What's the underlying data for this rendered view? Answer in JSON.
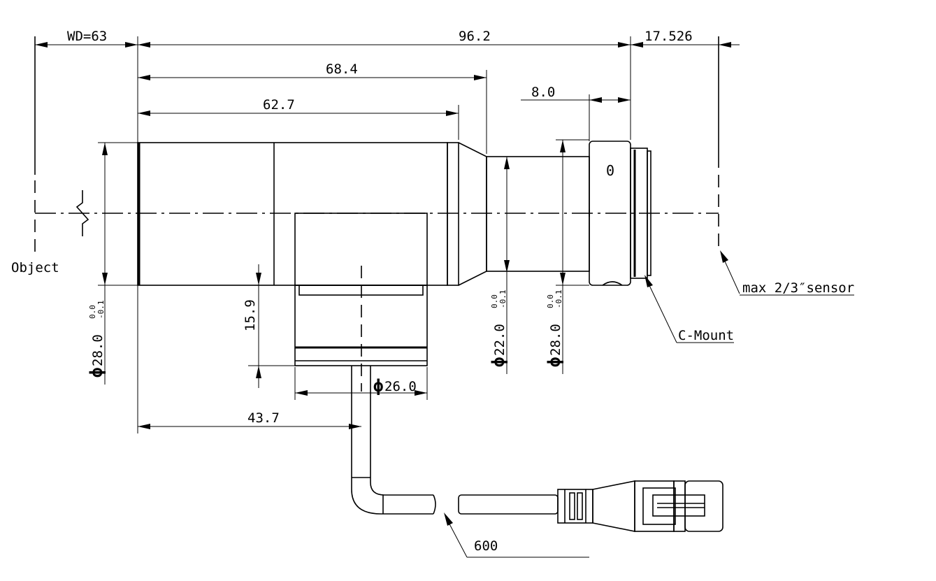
{
  "labels": {
    "wd": "WD=63",
    "total_length": "96.2",
    "back_focus": "17.526",
    "length_68": "68.4",
    "length_62": "62.7",
    "mount_len": "8.0",
    "port_offset": "43.7",
    "port_height": "15.9",
    "port_dia": "26.0",
    "body_dia": "28.0",
    "neck_dia": "22.0",
    "mount_dia": "28.0",
    "tol_upper": "0.0",
    "tol_lower": "-0.1",
    "diameter_symbol": "ϕ",
    "object": "Object",
    "sensor": "max 2/3″sensor",
    "mount": "C-Mount",
    "cable_length": "600",
    "focus_mark": "0"
  }
}
